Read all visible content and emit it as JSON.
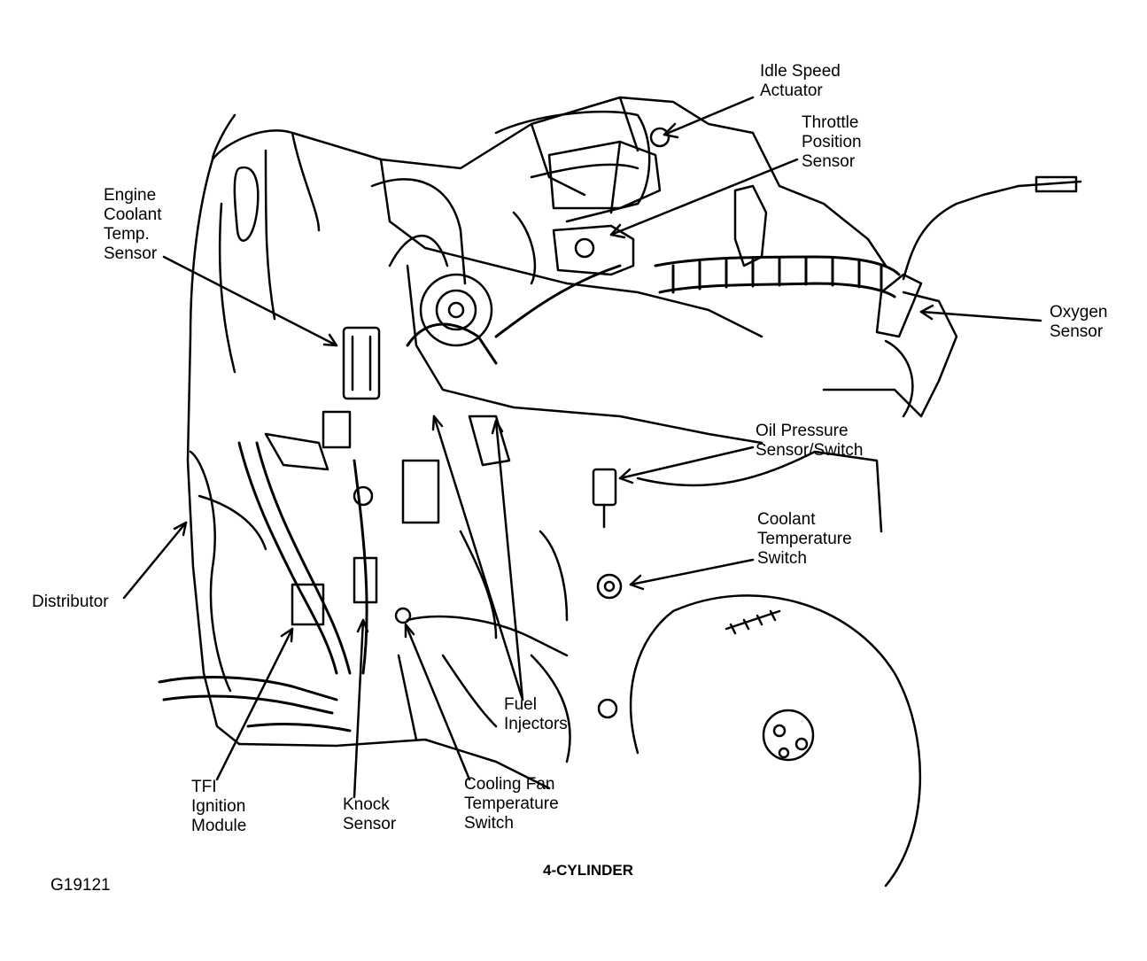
{
  "labels": {
    "idle_speed_actuator": [
      "Idle Speed",
      "Actuator"
    ],
    "throttle_position_sensor": [
      "Throttle",
      "Position",
      "Sensor"
    ],
    "engine_coolant_temp_sensor": [
      "Engine",
      "Coolant",
      "Temp.",
      "Sensor"
    ],
    "oxygen_sensor": [
      "Oxygen",
      "Sensor"
    ],
    "oil_pressure_sensor_switch": [
      "Oil Pressure",
      "Sensor/Switch"
    ],
    "coolant_temperature_switch": [
      "Coolant",
      "Temperature",
      "Switch"
    ],
    "distributor": [
      "Distributor"
    ],
    "fuel_injectors": [
      "Fuel",
      "Injectors"
    ],
    "tfi_ignition_module": [
      "TFI",
      "Ignition",
      "Module"
    ],
    "knock_sensor": [
      "Knock",
      "Sensor"
    ],
    "cooling_fan_temperature_switch": [
      "Cooling Fan",
      "Temperature",
      "Switch"
    ]
  },
  "caption": "4-CYLINDER",
  "figure_id": "G19121"
}
